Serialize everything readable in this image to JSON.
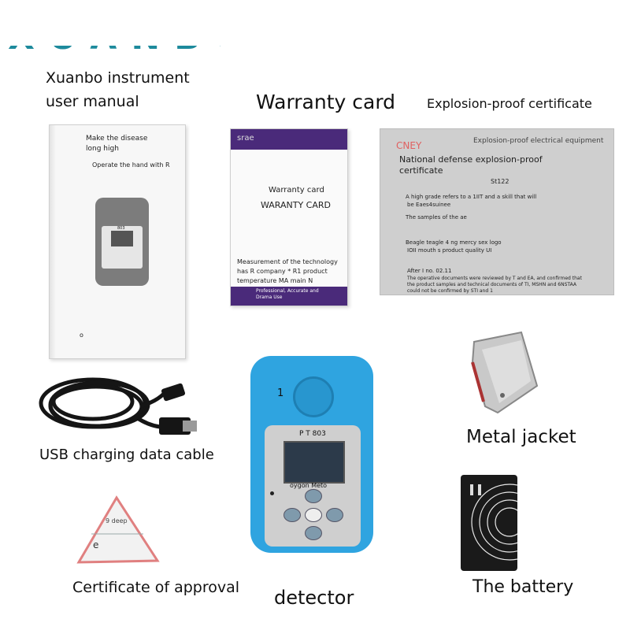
{
  "logo_text": "XUANBO",
  "captions": {
    "manual": [
      "Xuanbo instrument",
      "user manual"
    ],
    "warranty": "Warranty card",
    "certificate": "Explosion-proof certificate",
    "cable": "USB charging data cable",
    "jacket": "Metal jacket",
    "approval": "Certificate of approval",
    "detector": "detector",
    "battery": "The battery"
  },
  "manual": {
    "lines": [
      "Make the disease",
      "long high",
      "Operate the hand with R"
    ],
    "device_label": "803"
  },
  "warranty_card": {
    "header": "srae",
    "title": "Warranty card",
    "title_caps": "WARANTY CARD",
    "body": [
      "Measurement of the technology",
      "has R company * R1 product",
      "temperature MA main N"
    ],
    "footer": [
      "Professional, Accurate and",
      "Drama Use"
    ]
  },
  "cert_doc": {
    "stamp": "CNEY",
    "header": "Explosion-proof electrical equipment",
    "title": [
      "National defense explosion-proof",
      "certificate"
    ],
    "number": "St122",
    "lines": [
      "A high grade refers to a 1IIT and a skill that will",
      "be Eaes4suinee",
      "The samples of the ae",
      "Beagle teagle 4 ng mercy sex logo",
      "IOII mouth s product quality UI",
      "After I no. 02.11",
      "The operative documents were reviewed by T and EA, and confirmed that",
      "the product samples and technical documents of TI, MSHN and 6NSTAA",
      "could not be confirmed by STI and 1"
    ]
  },
  "detector": {
    "model": "P T 803",
    "brand": "oygon Meto",
    "side_num": "1"
  },
  "sticker": {
    "text": "9 deep",
    "letter": "e"
  },
  "colors": {
    "detector_blue": "#2fa4e0",
    "card_purple": "#4a2a7a"
  }
}
